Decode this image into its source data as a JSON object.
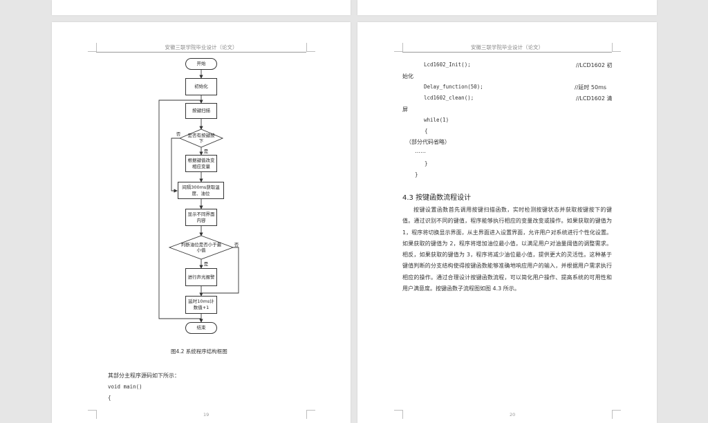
{
  "left_page": {
    "header": "安徽三联学院毕业设计（论文）",
    "flowchart": {
      "start": "开始",
      "init": "初始化",
      "scan": "按键扫描",
      "decision_key": "是否有按键按下",
      "adjust": "根据键值改变相应变量",
      "interval": "间隔300ms获取温度、油位",
      "display": "显示不同界面内容",
      "decision_oil": "判断油位是否小于最小值",
      "alarm": "进行声光报警",
      "delay": "延时10ms计数值+1",
      "end": "结束",
      "yes1": "是",
      "no1": "否",
      "yes2": "是",
      "no2": "否"
    },
    "caption": "图4.2 系统程序结构框图",
    "body_intro": "其部分主程序源码如下所示：",
    "code": [
      "void main()",
      "{"
    ],
    "page_number": "19"
  },
  "right_page": {
    "header": "安徽三联学院毕业设计（论文）",
    "code_lines": [
      {
        "code": "Lcd1602_Init();",
        "comment": "//LCD1602 初"
      },
      {
        "wrap": "始化"
      },
      {
        "code": "Delay_function(50);",
        "comment": "//延时 50ms"
      },
      {
        "code": "lcd1602_clean();",
        "comment": "//LCD1602 清"
      },
      {
        "wrap": "屏"
      },
      {
        "code": "while(1)"
      },
      {
        "code": "{"
      },
      {
        "note": "（部分代码省略）"
      },
      {
        "note": "……"
      },
      {
        "code": "}"
      },
      {
        "code": "}"
      }
    ],
    "section_heading": "4.3 按键函数流程设计",
    "paragraph": "按键设置函数首先调用按键扫描函数，实时检测按键状态并获取按键按下的键值。通过识别不同的键值，程序能够执行相应的变量改变或操作。如果获取的键值为 1，程序将切换显示界面，从主界面进入设置界面，允许用户对系统进行个性化设置。如果获取的键值为 2，程序将增加油位最小值，以满足用户对油量阈值的调整需求。相反，如果获取的键值为 3，程序将减少油位最小值，提供更大的灵活性。这种基于键值判断的分支结构使得按键函数能够准确地响应用户的输入，并根据用户需求执行相应的操作。通过合理设计按键函数流程，可以简化用户操作、提高系统的可用性和用户满意度。按键函数子流程图如图 4.3 所示。",
    "page_number": "20"
  }
}
